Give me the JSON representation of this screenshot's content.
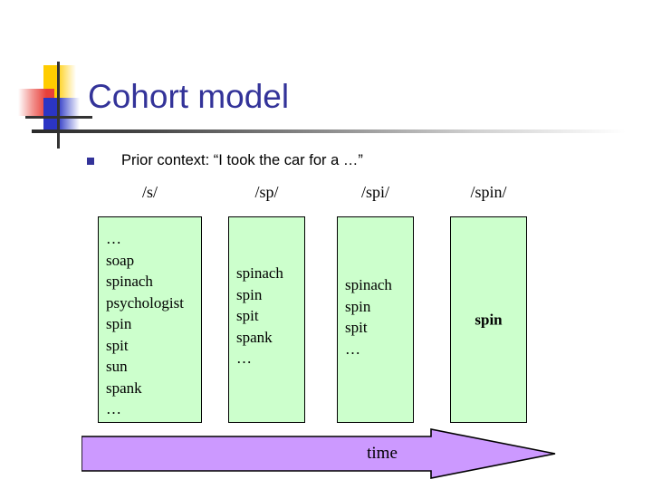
{
  "slide": {
    "title": "Cohort model",
    "bullet": {
      "icon": "square-bullet-icon",
      "text": "Prior context: “I took the car for a …”"
    },
    "columns": [
      {
        "header": "/s/",
        "words": "…\nsoap\nspinach\npsychologist\nspin\nspit\nsun\nspank\n…",
        "align": "top"
      },
      {
        "header": "/sp/",
        "words": "spinach\nspin\nspit\nspank\n…",
        "align": "mid"
      },
      {
        "header": "/spi/",
        "words": "spinach\nspin\nspit\n…",
        "align": "mid2"
      },
      {
        "header": "/spin/",
        "words": "spin",
        "align": "center"
      }
    ],
    "timeline": {
      "label": "time",
      "direction": "right"
    },
    "colors": {
      "title": "#333399",
      "bullet": "#333399",
      "box_fill": "#ccffcc",
      "box_border": "#000000",
      "arrow_fill": "#cc99ff",
      "arrow_border": "#000000"
    }
  }
}
